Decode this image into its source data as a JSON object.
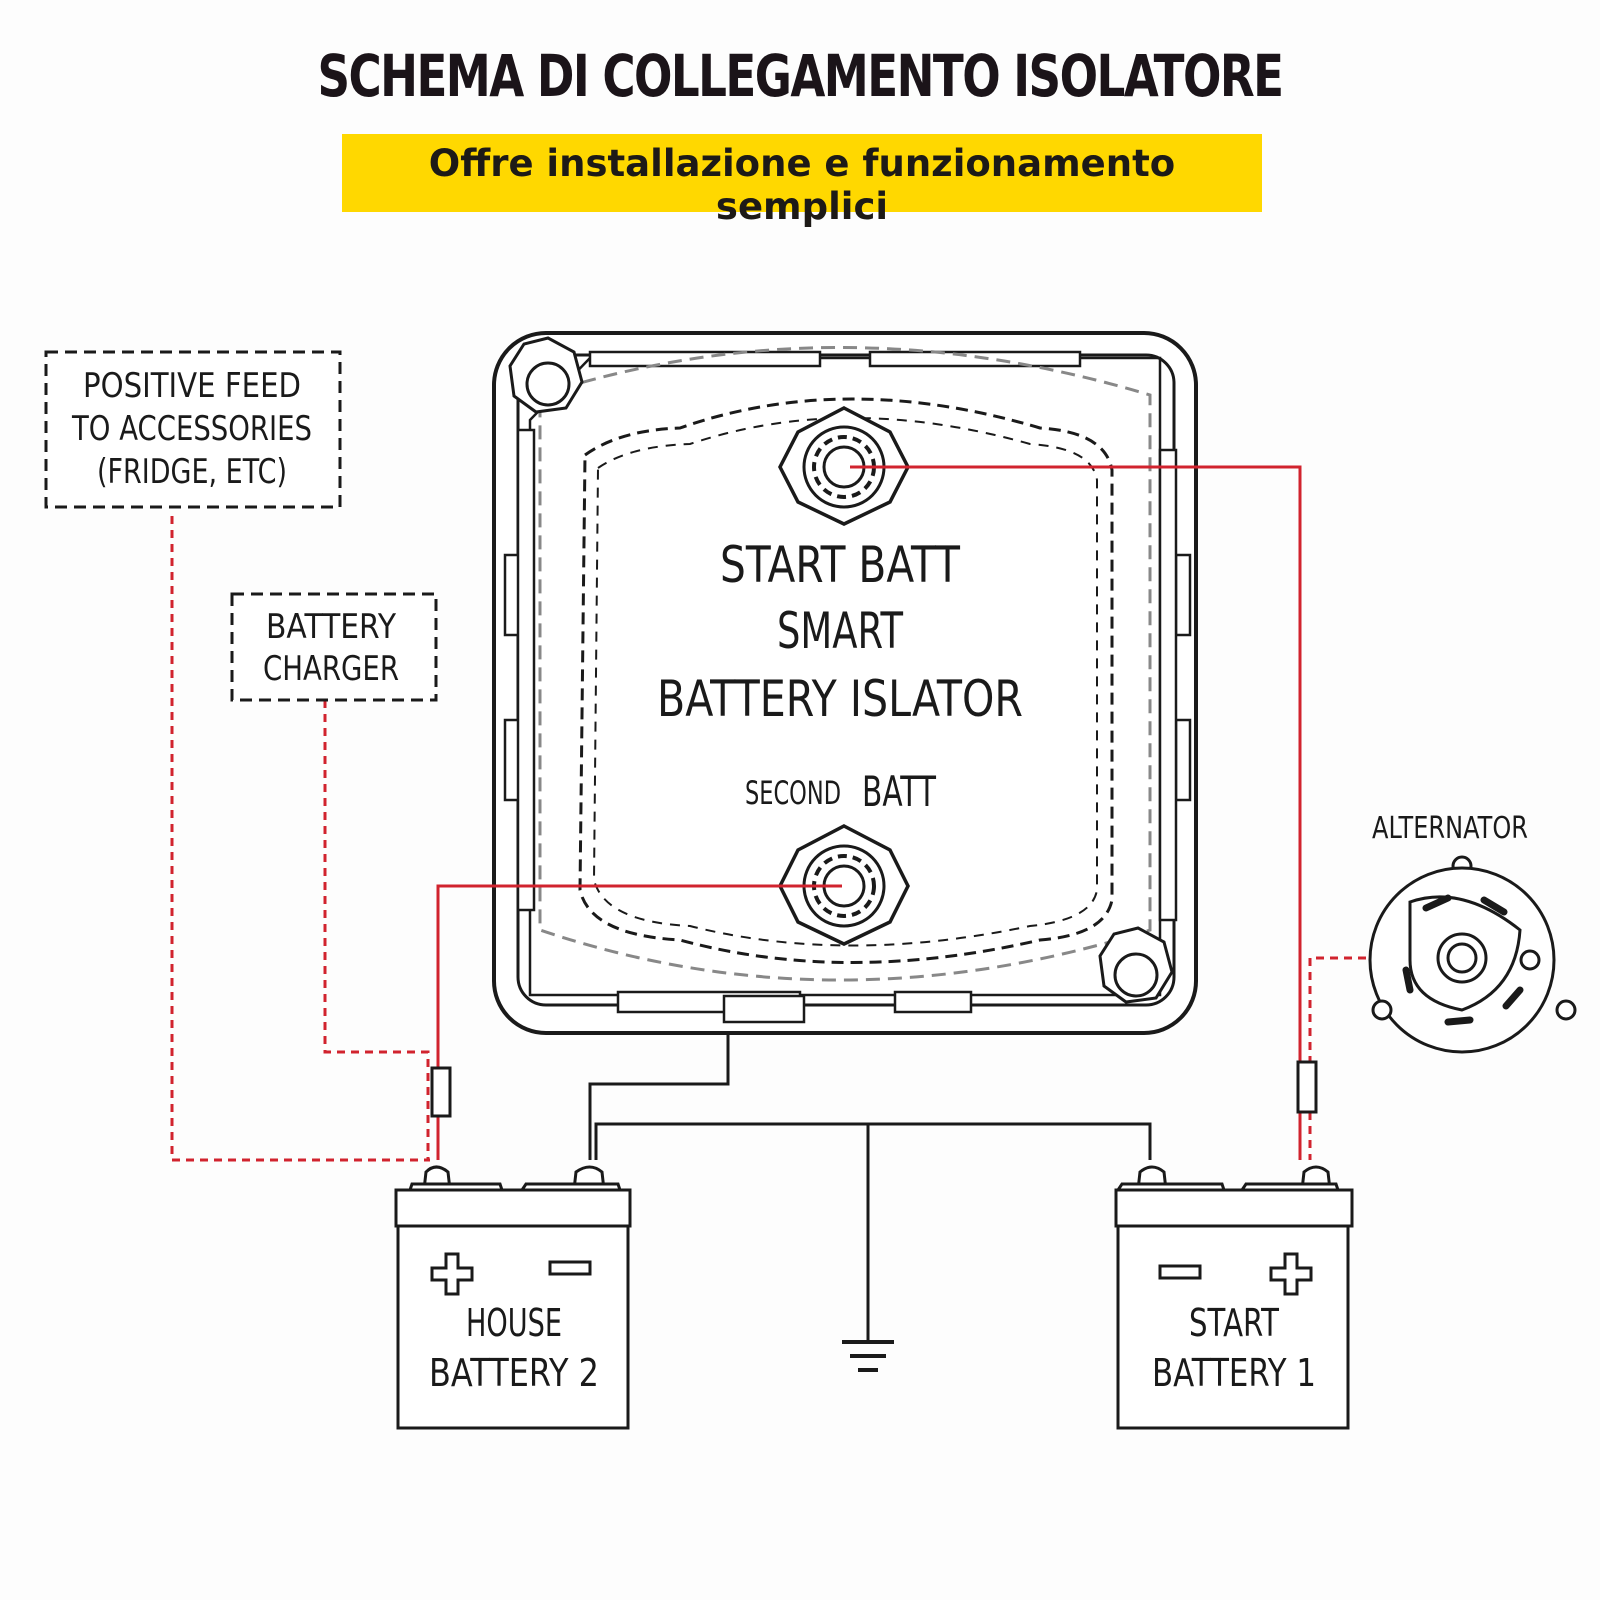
{
  "header": {
    "title": "SCHEMA DI COLLEGAMENTO ISOLATORE",
    "subtitle": "Offre installazione e funzionamento semplici"
  },
  "colors": {
    "highlight": "#ffd800",
    "wire_positive": "#d1232e",
    "outline": "#1a1a1a"
  },
  "isolator": {
    "top_terminal_label": "START  BATT",
    "line_smart": "SMART",
    "line_name": "BATTERY  ISLATOR",
    "bottom_terminal_label_small": "SECOND",
    "bottom_terminal_label_big": "BATT"
  },
  "boxes": {
    "positive_feed": [
      "POSITIVE  FEED",
      "TO  ACCESSORIES",
      "(FRIDGE, ETC)"
    ],
    "battery_charger": [
      "BATTERY",
      "CHARGER"
    ]
  },
  "alternator": {
    "label": "ALTERNATOR",
    "icon": "alternator-icon"
  },
  "batteries": {
    "house": {
      "line1": "HOUSE",
      "line2": "BATTERY  2"
    },
    "start": {
      "line1": "START",
      "line2": "BATTERY  1"
    }
  },
  "ground": {
    "icon": "ground-icon"
  }
}
